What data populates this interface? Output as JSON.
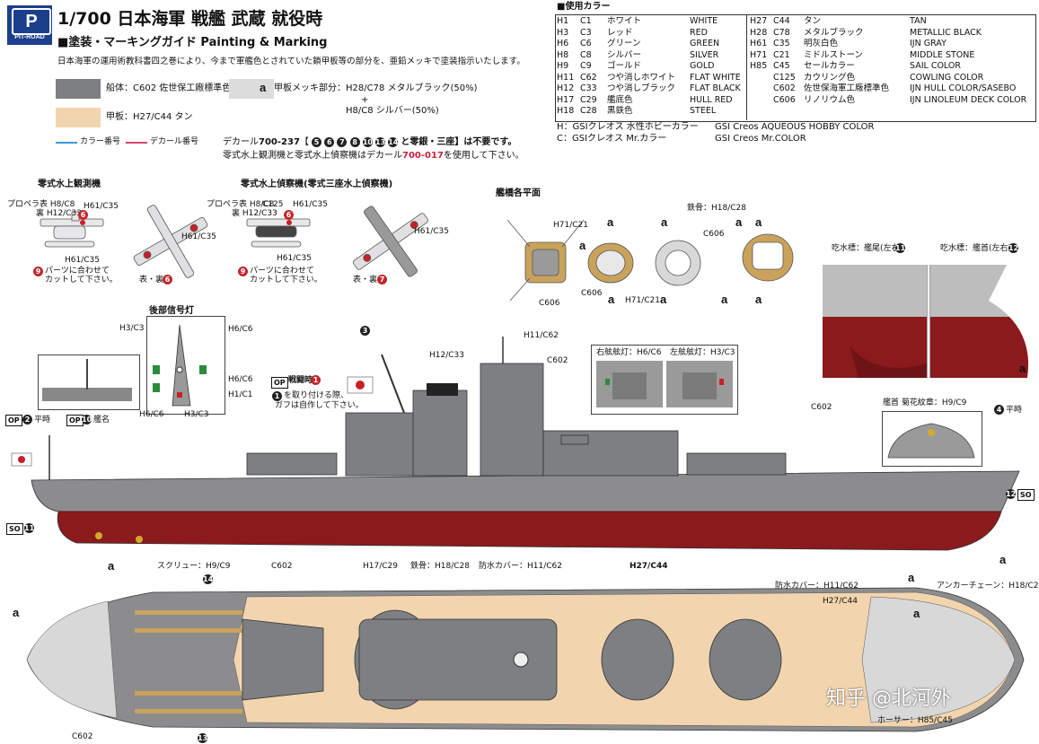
{
  "logo": {
    "mark": "P",
    "name": "PIT-ROAD"
  },
  "header": {
    "title": "1/700 日本海軍 戦艦 武蔵 就役時",
    "subtitle": "■塗装・マーキングガイド Painting & Marking",
    "intro": "日本海軍の運用術教科書四之巻により、今まで軍艦色とされていた鎖甲板等の部分を、亜鉛メッキで塗装指示いたします。"
  },
  "legend": {
    "hull": "船体：C602 佐世保工廠標準色",
    "deck": "甲板：H27/C44 タン",
    "a_mark": "a",
    "deck_plating": "甲板メッキ部分：H28/C78 メタルブラック(50%)",
    "plus": "+",
    "deck_plating2": "H8/C8 シルバー(50%)",
    "color_num": "カラー番号",
    "decal_num": "デカール番号",
    "decal_note1a": "デカール",
    "decal_note1b": "700-237",
    "decal_note1c": "【",
    "decal_note1nums": [
      "5",
      "6",
      "7",
      "8",
      "10",
      "13",
      "14"
    ],
    "decal_note1d": "と零銀・三座】は不要です。",
    "decal_note2a": "零式水上観測機と零式水上偵察機はデカール",
    "decal_note2b": "700-017",
    "decal_note2c": "を使用して下さい。"
  },
  "colors_table": {
    "heading": "■使用カラー",
    "left": [
      [
        "H1",
        "C1",
        "ホワイト",
        "WHITE"
      ],
      [
        "H3",
        "C3",
        "レッド",
        "RED"
      ],
      [
        "H6",
        "C6",
        "グリーン",
        "GREEN"
      ],
      [
        "H8",
        "C8",
        "シルバー",
        "SILVER"
      ],
      [
        "H9",
        "C9",
        "ゴールド",
        "GOLD"
      ],
      [
        "H11",
        "C62",
        "つや消しホワイト",
        "FLAT WHITE"
      ],
      [
        "H12",
        "C33",
        "つや消しブラック",
        "FLAT BLACK"
      ],
      [
        "H17",
        "C29",
        "艦底色",
        "HULL RED"
      ],
      [
        "H18",
        "C28",
        "黒鉄色",
        "STEEL"
      ]
    ],
    "right": [
      [
        "H27",
        "C44",
        "タン",
        "TAN"
      ],
      [
        "H28",
        "C78",
        "メタルブラック",
        "METALLIC BLACK"
      ],
      [
        "H61",
        "C35",
        "明灰白色",
        "IJN GRAY"
      ],
      [
        "H71",
        "C21",
        "ミドルストーン",
        "MIDDLE STONE"
      ],
      [
        "H85",
        "C45",
        "セールカラー",
        "SAIL COLOR"
      ],
      [
        "",
        "C125",
        "カウリング色",
        "COWLING COLOR"
      ],
      [
        "",
        "C602",
        "佐世保海軍工廠標準色",
        "IJN HULL COLOR/SASEBO"
      ],
      [
        "",
        "C606",
        "リノリウム色",
        "IJN LINOLEUM DECK COLOR"
      ]
    ],
    "note_h": "H：GSIクレオス 水性ホビーカラー",
    "note_h_en": "GSI Creos AQUEOUS HOBBY COLOR",
    "note_c": "C：GSIクレオス Mr.カラー",
    "note_c_en": "GSI Creos Mr.COLOR"
  },
  "swatch_colors": {
    "hull": "#7d7f82",
    "deck": "#f2d5ae",
    "plating": "#dcdcdc",
    "hull_red": "#8b1a1d",
    "blue_line": "#3a9bd6",
    "red_line": "#d8466a"
  },
  "aircraft1": {
    "title": "零式水上観測機",
    "l1": "プロペラ表 H8/C8",
    "l2": "裏 H12/C33",
    "l2n": "6",
    "l3": "H61/C35",
    "l4": "H61/C35",
    "l5": "H61/C35",
    "l6n": "9",
    "l6": "パーツに合わせて",
    "l7": "カットして下さい。",
    "l8": "表・裏",
    "l8n": "6"
  },
  "aircraft2": {
    "title": "零式水上偵察機(零式三座水上偵察機)",
    "l1": "プロペラ表 H8/C8",
    "l2": "裏 H12/C33",
    "l2a": "C125",
    "l2n": "6",
    "l3": "H61/C35",
    "l4": "H61/C35",
    "l5": "H61/C35",
    "l6n": "9",
    "l6": "パーツに合わせて",
    "l7": "カットして下さい。",
    "l8": "表・裏",
    "l8n": "7"
  },
  "bridge": {
    "title": "艦橋各平面",
    "h71_1": "H71/C21",
    "c606_1": "C606",
    "c606_2": "C606",
    "h71_2": "H71/C21",
    "mast": "鉄骨：H18/C28",
    "c606_3": "C606",
    "a": "a"
  },
  "stern_light": {
    "title": "後部信号灯",
    "h3": "H3/C3",
    "h6a": "H6/C6",
    "h6b": "H6/C6",
    "h1": "H1/C1",
    "h6c": "H6/C6",
    "h3b": "H3/C3"
  },
  "side": {
    "n3": "3",
    "h12": "H12/C33",
    "h11": "H11/C62",
    "c602": "C602",
    "battle_n": "1",
    "battle": "戦闘時",
    "battle_note": "を取り付ける際、",
    "battle_note2": "ガフは自作して下さい。",
    "n2": "2",
    "peace": "平時",
    "n10": "10",
    "ship_name": "艦名",
    "op": "OP",
    "right_light": "右舷舷灯：H6/C6",
    "left_light": "左舷舷灯：H3/C3",
    "draft_stern": "吃水標：艦尾(左右)",
    "draft_stern_n": "11",
    "draft_bow": "吃水標：艦首(左右)",
    "draft_bow_n": "12",
    "chrys": "艦首 菊花紋章：H9/C9",
    "c602b": "C602",
    "n4": "4",
    "peace2": "平時",
    "so": "SO",
    "n11": "11",
    "n12": "12",
    "screw": "スクリュー：H9/C9",
    "h17": "H17/C29"
  },
  "plan": {
    "a1": "a",
    "a2": "a",
    "a3": "a",
    "a4": "a",
    "c602": "C602",
    "mast": "鉄骨：H18/C28",
    "cover": "防水カバー：H11/C62",
    "h27": "H27/C44",
    "cover2": "防水カバー：H11/C62",
    "h27b": "H27/C44",
    "chain": "アンカーチェーン：H18/C28",
    "hose": "ホーサー：H85/C45",
    "c602b": "C602",
    "n13": "13",
    "n14": "14"
  },
  "watermark": "知乎 @北河外"
}
